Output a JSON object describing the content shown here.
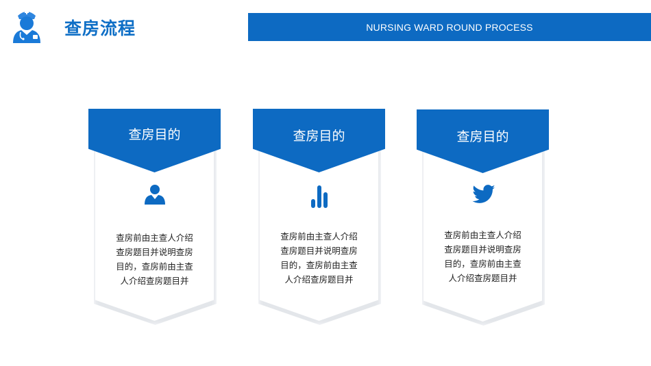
{
  "header": {
    "title": "查房流程",
    "banner": "NURSING WARD ROUND PROCESS",
    "logo_icon": "nurse-avatar-icon"
  },
  "colors": {
    "accent": "#0d6ac2",
    "title": "#0f6fc6",
    "text": "#222222"
  },
  "cards": [
    {
      "title": "查房目的",
      "icon": "user-icon",
      "lines": [
        "查房前由主查人介绍",
        "查房题目并说明查房",
        "目的，查房前由主查",
        "人介绍查房题目并"
      ]
    },
    {
      "title": "查房目的",
      "icon": "bar-chart-icon",
      "lines": [
        "查房前由主查人介绍",
        "查房题目并说明查房",
        "目的，查房前由主查",
        "人介绍查房题目并"
      ]
    },
    {
      "title": "查房目的",
      "icon": "twitter-bird-icon",
      "lines": [
        "查房前由主查人介绍",
        "查房题目并说明查房",
        "目的，查房前由主查",
        "人介绍查房题目并"
      ]
    }
  ]
}
